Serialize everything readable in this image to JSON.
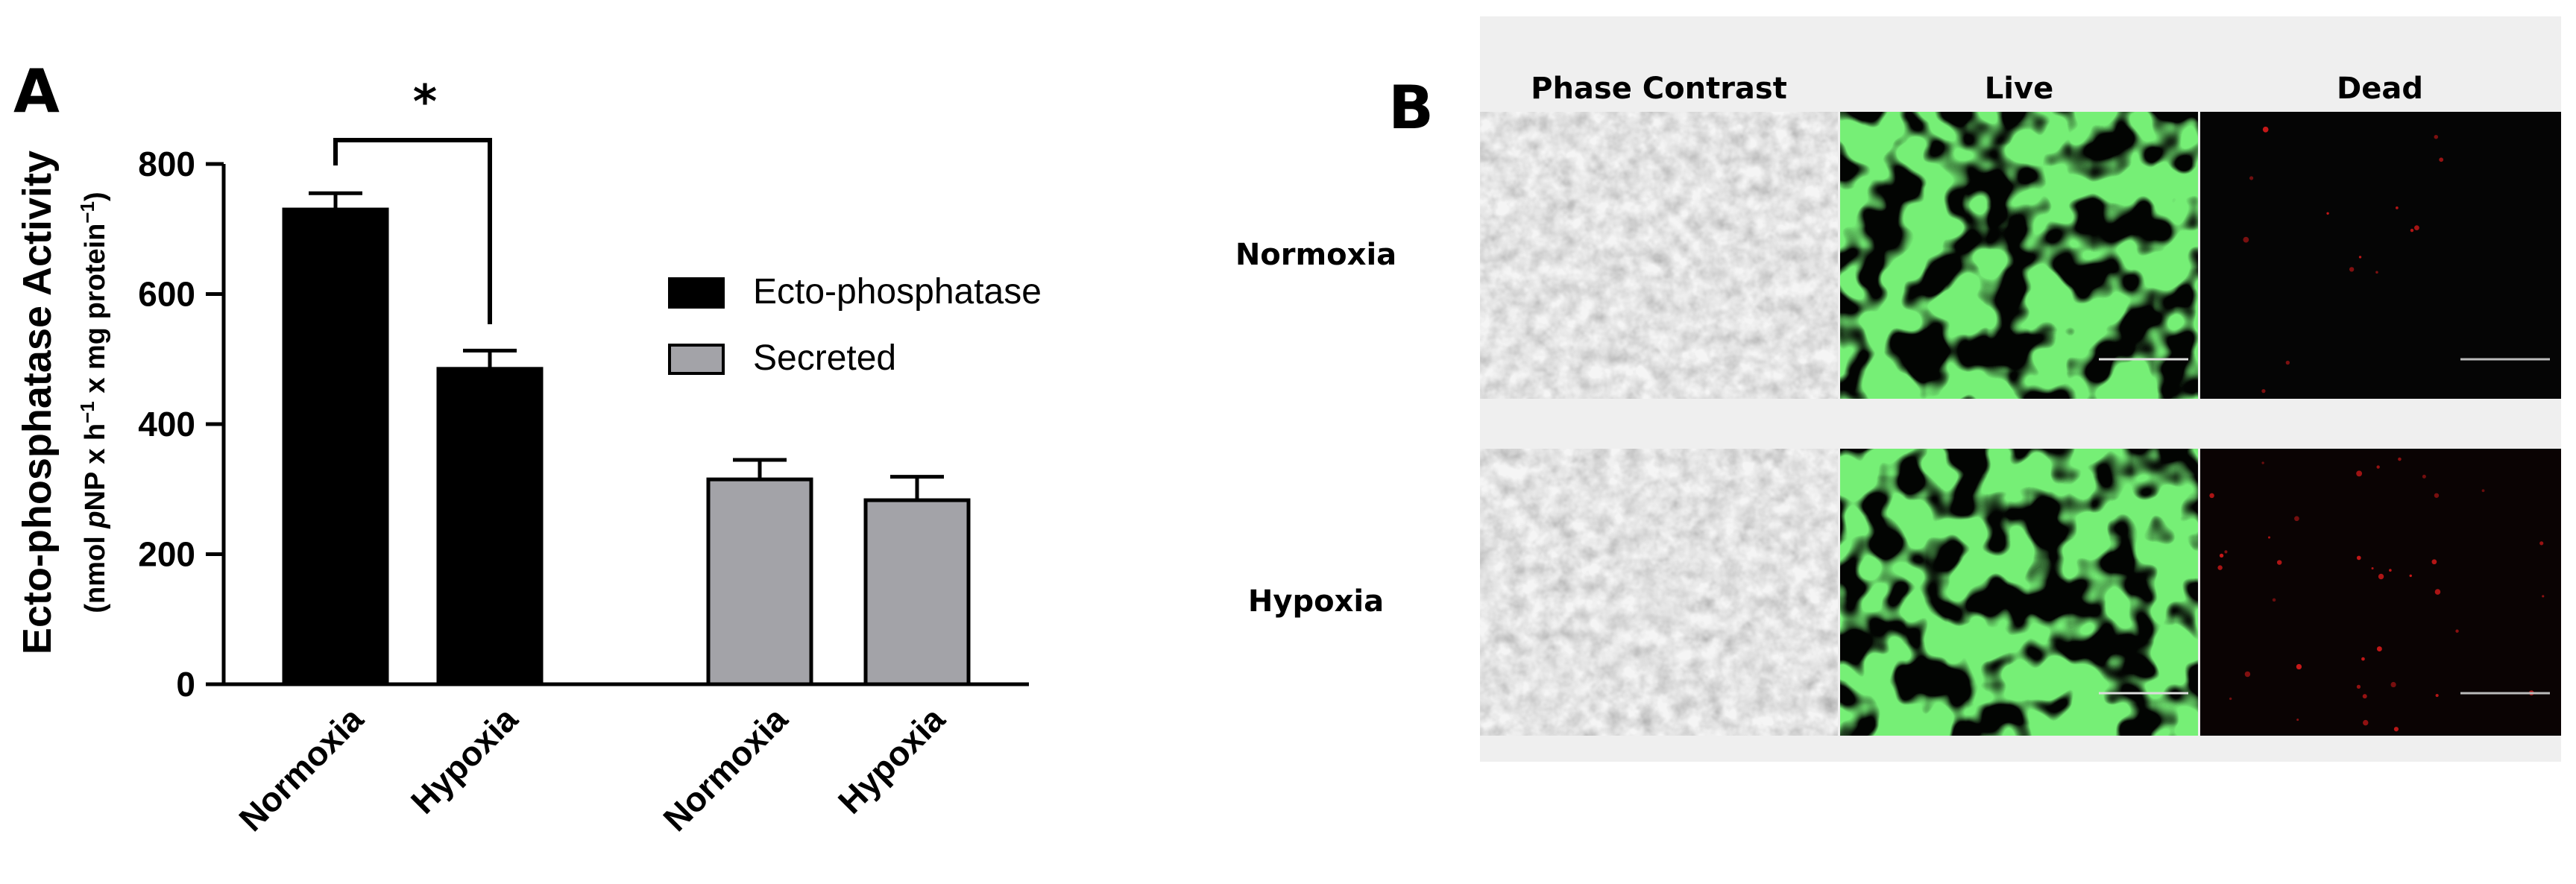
{
  "panel_a": {
    "label": "A",
    "significance": "*"
  },
  "chart_data": {
    "type": "bar",
    "ylabel": "Ecto-phosphatase Activity",
    "ylabel_units": {
      "prefix": "(nmol ",
      "italic_p": "p",
      "after_p": "NP x h",
      "sup1": "−1",
      "mid": " x mg protein",
      "sup2": "−1",
      "suffix": ")"
    },
    "ylim": [
      0,
      800
    ],
    "yticks": [
      "0",
      "200",
      "400",
      "600",
      "800"
    ],
    "ytick_values": [
      0,
      200,
      400,
      600,
      800
    ],
    "categories": [
      "Normoxia",
      "Hypoxia",
      "Normoxia",
      "Hypoxia"
    ],
    "series": [
      {
        "name": "Ecto-phosphatase",
        "color": "#000000",
        "values": [
          730,
          485,
          null,
          null
        ],
        "errors": [
          25,
          28,
          null,
          null
        ]
      },
      {
        "name": "Secreted",
        "color": "#a3a3a8",
        "values": [
          null,
          null,
          315,
          283
        ],
        "errors": [
          null,
          null,
          30,
          36
        ]
      }
    ],
    "legend_position": "right",
    "grid": false
  },
  "panel_b": {
    "label": "B",
    "columns": [
      "Phase Contrast",
      "Live",
      "Dead"
    ],
    "rows": [
      "Normoxia",
      "Hypoxia"
    ],
    "colors": {
      "phase": "#c9c9c9",
      "live": "#2fd62f",
      "dead": "#050505",
      "dead_dots": "#c81818",
      "panel_bg": "#efefef"
    }
  }
}
